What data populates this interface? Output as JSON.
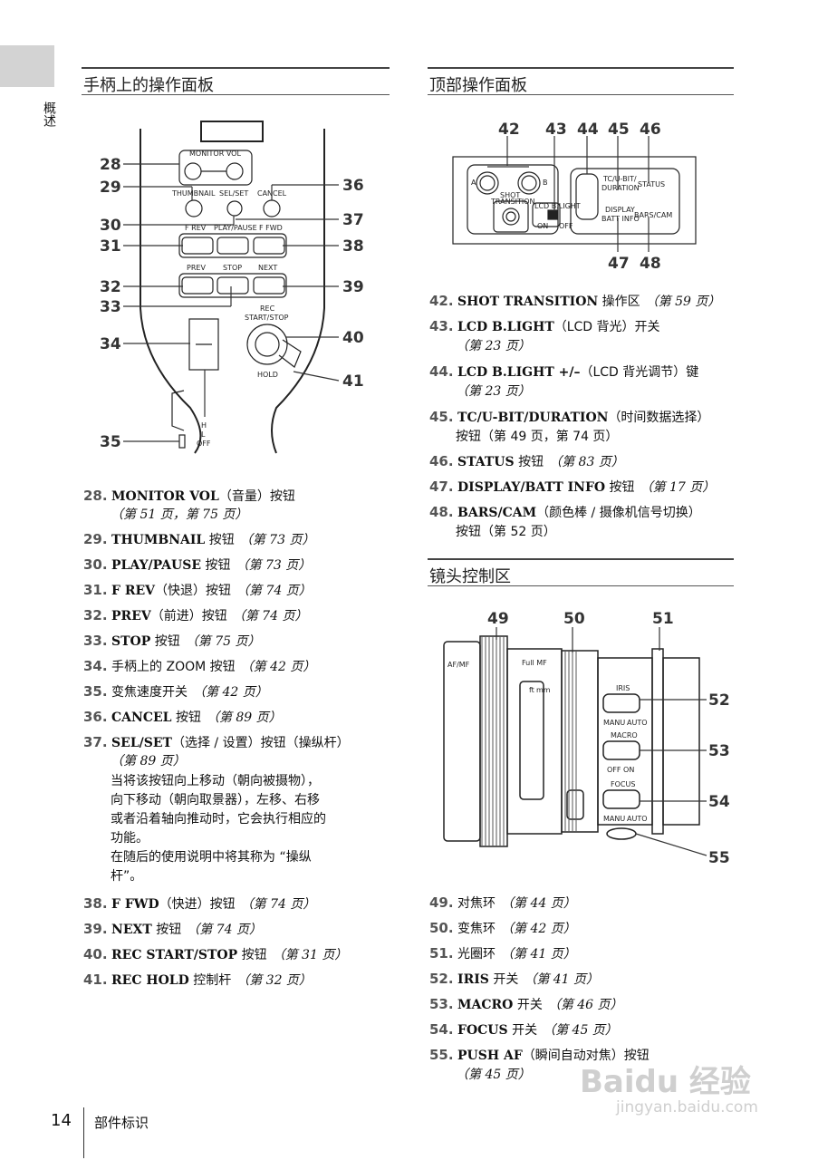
{
  "side_label": "概述",
  "sections": {
    "handle_panel": "手柄上的操作面板",
    "top_panel": "顶部操作面板",
    "lens_area": "镜头控制区"
  },
  "handle_diagram": {
    "labels": {
      "monitor_vol": "MONITOR VOL",
      "thumbnail": "THUMBNAIL",
      "sel_set": "SEL/SET",
      "cancel": "CANCEL",
      "f_rev": "F REV",
      "play_pause": "PLAY/PAUSE",
      "f_fwd": "F FWD",
      "prev": "PREV",
      "stop": "STOP",
      "next": "NEXT",
      "rec": "REC",
      "start_stop": "START/STOP",
      "hold": "HOLD",
      "h": "H",
      "l": "L",
      "off": "OFF"
    },
    "callouts": [
      "28",
      "29",
      "30",
      "31",
      "32",
      "33",
      "34",
      "35",
      "36",
      "37",
      "38",
      "39",
      "40",
      "41"
    ]
  },
  "top_diagram": {
    "labels": {
      "a": "A",
      "b": "B",
      "shot": "SHOT",
      "transition": "TRANSITION",
      "lcd_blight": "LCD B.LIGHT",
      "on": "ON",
      "off": "OFF",
      "tc_ubit": "TC/U-BIT/",
      "duration": "DURATION",
      "status": "STATUS",
      "display": "DISPLAY",
      "batt_info": "BATT INFO",
      "bars_cam": "BARS/CAM"
    },
    "callouts": [
      "42",
      "43",
      "44",
      "45",
      "46",
      "47",
      "48"
    ]
  },
  "lens_diagram": {
    "labels": {
      "af_mf": "AF/MF",
      "full_mf": "Full MF",
      "iris": "IRIS",
      "manu": "MANU",
      "auto": "AUTO",
      "macro": "MACRO",
      "off_on": "OFF  ON",
      "focus": "FOCUS",
      "ft": "ft",
      "mm": "mm"
    },
    "callouts": [
      "49",
      "50",
      "51",
      "52",
      "53",
      "54",
      "55"
    ]
  },
  "left_items": [
    {
      "num": "28.",
      "text": "MONITOR VOL",
      "cn": "（音量）按钮",
      "page": ""
    },
    {
      "num": "29.",
      "text": "THUMBNAIL",
      "cn": " 按钮",
      "page": "（第 73 页）"
    },
    {
      "num": "30.",
      "text": "PLAY/PAUSE",
      "cn": " 按钮",
      "page": "（第 73 页）"
    },
    {
      "num": "31.",
      "text": "F REV",
      "cn": "（快退）按钮",
      "page": "（第 74 页）"
    },
    {
      "num": "32.",
      "text": "PREV",
      "cn": "（前进）按钮",
      "page": "（第 74 页）"
    },
    {
      "num": "33.",
      "text": "STOP",
      "cn": " 按钮",
      "page": "（第 75 页）"
    },
    {
      "num": "34.",
      "text": "",
      "cn": "手柄上的 ZOOM 按钮",
      "page": "（第 42 页）"
    },
    {
      "num": "35.",
      "text": "",
      "cn": "变焦速度开关",
      "page": "（第 42 页）"
    },
    {
      "num": "36.",
      "text": "CANCEL",
      "cn": " 按钮",
      "page": "（第 89 页）"
    },
    {
      "num": "37.",
      "text": "SEL/SET",
      "cn": "（选择 / 设置）按钮（操纵杆）",
      "page": ""
    },
    {
      "num": "38.",
      "text": "F FWD",
      "cn": "（快进）按钮",
      "page": "（第 74 页）"
    },
    {
      "num": "39.",
      "text": "NEXT",
      "cn": " 按钮",
      "page": "（第 74 页）"
    },
    {
      "num": "40.",
      "text": "REC START/STOP",
      "cn": " 按钮",
      "page": "（第 31 页）"
    },
    {
      "num": "41.",
      "text": "REC HOLD",
      "cn": " 控制杆",
      "page": "（第 32 页）"
    }
  ],
  "left_cont": {
    "28": "（第 51 页，第 75 页）",
    "37": "（第 89 页）"
  },
  "note_37": [
    "当将该按钮向上移动（朝向被摄物），",
    "向下移动（朝向取景器），左移、右移",
    "或者沿着轴向推动时，它会执行相应的",
    "功能。",
    "在随后的使用说明中将其称为 “操纵",
    "杆”。"
  ],
  "right_items_top": [
    {
      "num": "42.",
      "text": "SHOT TRANSITION",
      "cn": " 操作区",
      "page": "（第 59 页）"
    },
    {
      "num": "43.",
      "text": "LCD B.LIGHT",
      "cn": "（LCD 背光）开关",
      "page": ""
    },
    {
      "num": "44.",
      "text": "LCD B.LIGHT +/–",
      "cn": "（LCD 背光调节）键",
      "page": ""
    },
    {
      "num": "45.",
      "text": "TC/U-BIT/DURATION",
      "cn": "（时间数据选择）",
      "page": ""
    },
    {
      "num": "46.",
      "text": "STATUS",
      "cn": " 按钮",
      "page": "（第 83 页）"
    },
    {
      "num": "47.",
      "text": "DISPLAY/BATT INFO",
      "cn": " 按钮",
      "page": "（第 17 页）"
    },
    {
      "num": "48.",
      "text": "BARS/CAM",
      "cn": "（颜色棒 / 摄像机信号切换）",
      "page": ""
    }
  ],
  "right_cont": {
    "43": "（第 23 页）",
    "44": "（第 23 页）",
    "45": "按钮（第 49 页，第 74 页）",
    "48": "按钮（第 52 页）"
  },
  "right_items_lens": [
    {
      "num": "49.",
      "text": "",
      "cn": "对焦环",
      "page": "（第 44 页）"
    },
    {
      "num": "50.",
      "text": "",
      "cn": "变焦环",
      "page": "（第 42 页）"
    },
    {
      "num": "51.",
      "text": "",
      "cn": "光圈环",
      "page": "（第 41 页）"
    },
    {
      "num": "52.",
      "text": "IRIS",
      "cn": " 开关",
      "page": "（第 41 页）"
    },
    {
      "num": "53.",
      "text": "MACRO",
      "cn": " 开关",
      "page": "（第 46 页）"
    },
    {
      "num": "54.",
      "text": "FOCUS",
      "cn": " 开关",
      "page": "（第 45 页）"
    },
    {
      "num": "55.",
      "text": "PUSH AF",
      "cn": "（瞬间自动对焦）按钮",
      "page": ""
    }
  ],
  "right_cont_lens": {
    "55": "（第 45 页）"
  },
  "footer": {
    "page_number": "14",
    "title": "部件标识"
  },
  "watermark": {
    "brand": "Baidu 经验",
    "url": "jingyan.baidu.com"
  }
}
